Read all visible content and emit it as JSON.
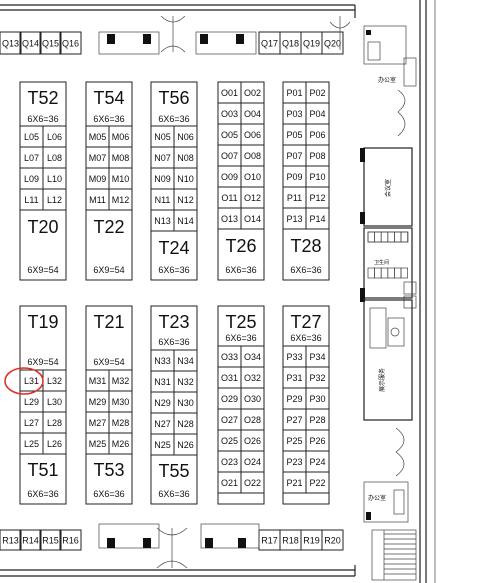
{
  "top_booths": [
    "Q13",
    "Q14",
    "Q15",
    "Q16",
    "Q17",
    "Q18",
    "Q19",
    "Q20"
  ],
  "bottom_booths": [
    "R13",
    "R14",
    "R15",
    "R16",
    "R17",
    "R18",
    "R19",
    "R20"
  ],
  "upper_blocks": [
    {
      "title": "T52",
      "size": "6X6=36",
      "pairs": [
        [
          "L05",
          "L06"
        ],
        [
          "L07",
          "L08"
        ],
        [
          "L09",
          "L10"
        ],
        [
          "L11",
          "L12"
        ]
      ],
      "bottom_title": "T20",
      "bottom_size": "6X9=54"
    },
    {
      "title": "T54",
      "size": "6X6=36",
      "pairs": [
        [
          "M05",
          "M06"
        ],
        [
          "M07",
          "M08"
        ],
        [
          "M09",
          "M10"
        ],
        [
          "M11",
          "M12"
        ]
      ],
      "bottom_title": "T22",
      "bottom_size": "6X9=54"
    },
    {
      "title": "T56",
      "size": "6X6=36",
      "pairs": [
        [
          "N05",
          "N06"
        ],
        [
          "N07",
          "N08"
        ],
        [
          "N09",
          "N10"
        ],
        [
          "N11",
          "N12"
        ],
        [
          "N13",
          "N14"
        ]
      ],
      "bottom_title": "T24",
      "bottom_size": "6X6=36"
    },
    {
      "title": "",
      "size": "",
      "pairs": [
        [
          "O01",
          "O02"
        ],
        [
          "O03",
          "O04"
        ],
        [
          "O05",
          "O06"
        ],
        [
          "O07",
          "O08"
        ],
        [
          "O09",
          "O10"
        ],
        [
          "O11",
          "O12"
        ],
        [
          "O13",
          "O14"
        ]
      ],
      "bottom_title": "T26",
      "bottom_size": "6X6=36"
    },
    {
      "title": "",
      "size": "",
      "pairs": [
        [
          "P01",
          "P02"
        ],
        [
          "P03",
          "P04"
        ],
        [
          "P05",
          "P06"
        ],
        [
          "P07",
          "P08"
        ],
        [
          "P09",
          "P10"
        ],
        [
          "P11",
          "P12"
        ],
        [
          "P13",
          "P14"
        ]
      ],
      "bottom_title": "T28",
      "bottom_size": "6X6=36"
    }
  ],
  "lower_blocks": [
    {
      "title": "T19",
      "size": "6X9=54",
      "pairs": [
        [
          "L31",
          "L32"
        ],
        [
          "L29",
          "L30"
        ],
        [
          "L27",
          "L28"
        ],
        [
          "L25",
          "L26"
        ]
      ],
      "bottom_title": "T51",
      "bottom_size": "6X6=36"
    },
    {
      "title": "T21",
      "size": "6X9=54",
      "pairs": [
        [
          "M31",
          "M32"
        ],
        [
          "M29",
          "M30"
        ],
        [
          "M27",
          "M28"
        ],
        [
          "M25",
          "M26"
        ]
      ],
      "bottom_title": "T53",
      "bottom_size": "6X6=36"
    },
    {
      "title": "T23",
      "size": "6X6=36",
      "pairs": [
        [
          "N33",
          "N34"
        ],
        [
          "N31",
          "N32"
        ],
        [
          "N29",
          "N30"
        ],
        [
          "N27",
          "N28"
        ],
        [
          "N25",
          "N26"
        ]
      ],
      "bottom_title": "T55",
      "bottom_size": "6X6=36"
    },
    {
      "title": "T25",
      "size": "6X6=36",
      "pairs": [
        [
          "O33",
          "O34"
        ],
        [
          "O31",
          "O32"
        ],
        [
          "O29",
          "O30"
        ],
        [
          "O27",
          "O28"
        ],
        [
          "O25",
          "O26"
        ],
        [
          "O23",
          "O24"
        ],
        [
          "O21",
          "O22"
        ]
      ],
      "bottom_title": "",
      "bottom_size": ""
    },
    {
      "title": "T27",
      "size": "6X6=36",
      "pairs": [
        [
          "P33",
          "P34"
        ],
        [
          "P31",
          "P32"
        ],
        [
          "P29",
          "P30"
        ],
        [
          "P27",
          "P28"
        ],
        [
          "P25",
          "P26"
        ],
        [
          "P23",
          "P24"
        ],
        [
          "P21",
          "P22"
        ]
      ],
      "bottom_title": "",
      "bottom_size": ""
    }
  ],
  "highlighted_booth": "L31",
  "highlight_color": "#e0302a",
  "rooms": {
    "office_top": "办公室",
    "meeting": "会议室",
    "restroom": "卫生间",
    "service": "展示服务",
    "office_bottom": "办公室"
  }
}
